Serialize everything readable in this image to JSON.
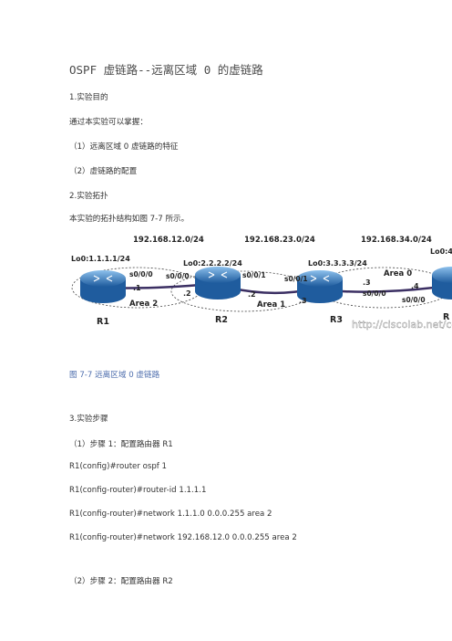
{
  "doc": {
    "title": "OSPF 虚链路--远离区域  0  的虚链路",
    "section1_heading": "1.实验目的",
    "intro": "通过本实验可以掌握：",
    "goal1": "（1）远离区域  0  虚链路的特征",
    "goal2": "（2）虚链路的配置",
    "section2_heading": "2.实验拓扑",
    "topology_intro": "本实验的拓扑结构如图  7-7  所示。",
    "caption": "图  7-7  远离区域  0  虚链路",
    "section3_heading": "3.实验步骤",
    "step1": "（1）步骤  1：配置路由器  R1",
    "cmd1": "R1(config)#router ospf 1",
    "cmd2": "R1(config-router)#router-id 1.1.1.1",
    "cmd3": "R1(config-router)#network 1.1.1.0 0.0.0.255 area 2",
    "cmd4": "R1(config-router)#network 192.168.12.0 0.0.0.255 area 2",
    "step2": "（2）步骤  2：配置路由器  R2"
  },
  "diagram": {
    "subnet12": "192.168.12.0/24",
    "subnet23": "192.168.23.0/24",
    "subnet34": "192.168.34.0/24",
    "lo_r1": "Lo0:1.1.1.1/24",
    "lo_r2": "Lo0:2.2.2.2/24",
    "lo_r3": "Lo0:3.3.3.3/24",
    "lo_r4": "Lo0:4",
    "if_r1": "s0/0/0",
    "if_r2a": "s0/0/0",
    "if_r2b": "s0/0/1",
    "if_r3a": "s0/0/1",
    "if_r3b": "s0/0/0",
    "if_r4": "s0/0/0",
    "host1": ".1",
    "host2a": ".2",
    "host2b": ".2",
    "host3a": ".3",
    "host3b": ".3",
    "host4": ".4",
    "area2": "Area 2",
    "area1": "Area 1",
    "area0": "Area 0",
    "r1": "R1",
    "r2": "R2",
    "r3": "R3",
    "r4": "R",
    "watermark": "http://ciscolab.net/cc",
    "colors": {
      "router_body": "#2f6fb5",
      "router_top": "#7fb2e3",
      "link": "#3b2f63"
    }
  }
}
